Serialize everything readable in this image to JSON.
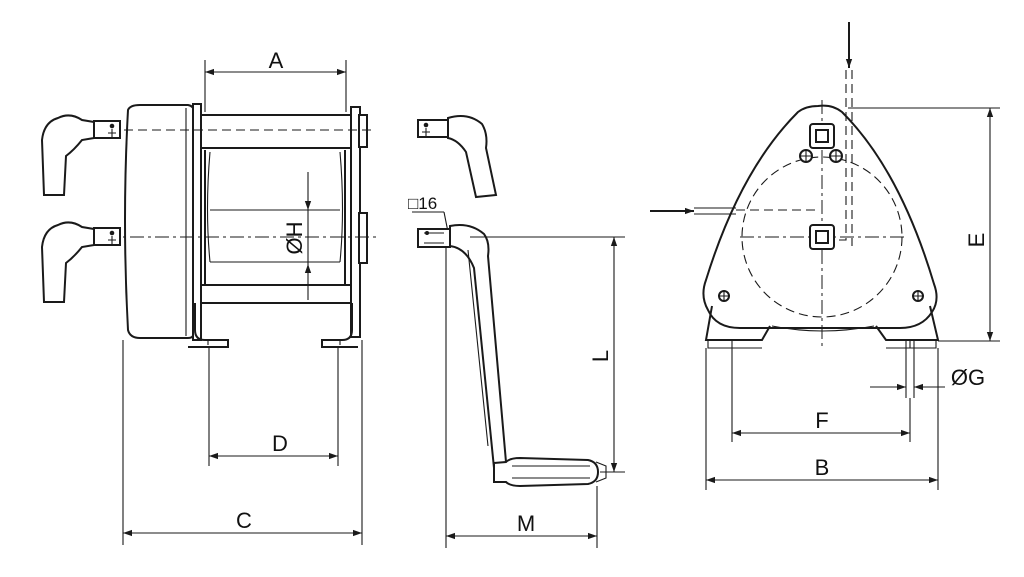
{
  "dimension_labels": {
    "A": "A",
    "C": "C",
    "D": "D",
    "H": "ØH",
    "square": "□16",
    "L": "L",
    "M": "M",
    "E": "E",
    "F": "F",
    "B": "B",
    "G": "ØG"
  }
}
